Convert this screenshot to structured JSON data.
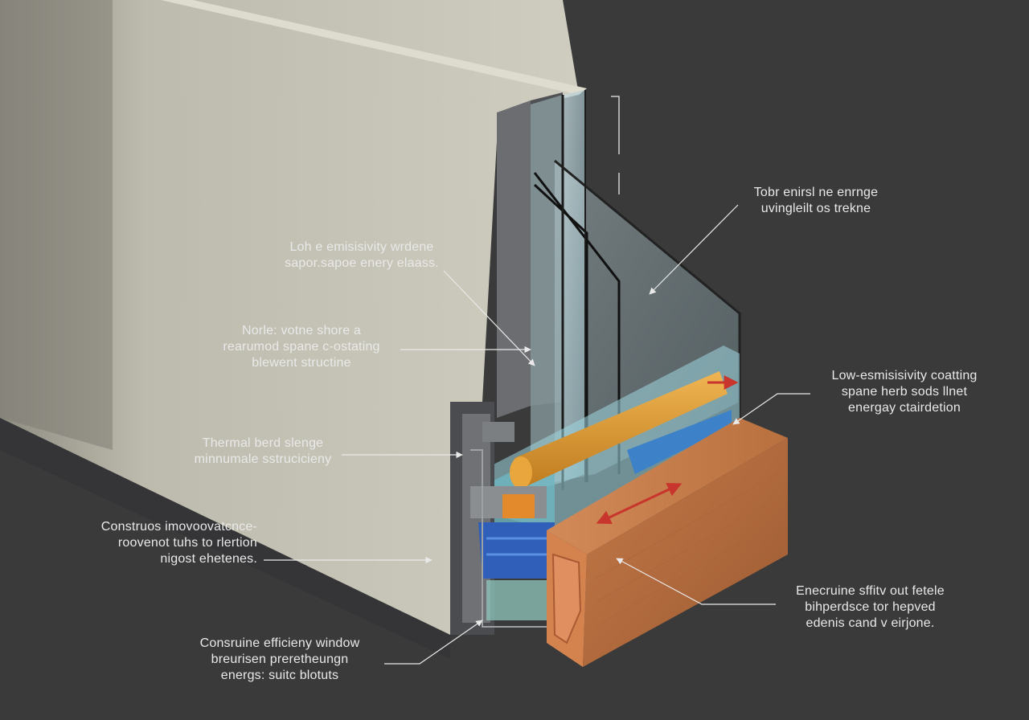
{
  "colors": {
    "background": "#3a3a3b",
    "wall": "#c7c5b6",
    "glass": "#a9cbd2",
    "spacer": "#e5a33a",
    "timber": "#b56a3e",
    "insulation": "#2f5fb8",
    "frame": "#5b5d60",
    "arrow_red": "#c8352c",
    "callout_text": "#e9e9e9"
  },
  "callouts": [
    {
      "id": "top-right",
      "lines": [
        "Tobr enirsl ne enrnge",
        "uvingleilt os trekne"
      ]
    },
    {
      "id": "low-e-glass",
      "lines": [
        "Loh e emisisivity wrdene",
        "sapor.sapoe enery elaass."
      ]
    },
    {
      "id": "coating",
      "lines": [
        "Norle: votne shore a",
        "rearumod spane c-ostating",
        "blewent structine"
      ]
    },
    {
      "id": "thermal-break",
      "lines": [
        "Thermal berd slenge",
        "minnumale sstrucicieny"
      ]
    },
    {
      "id": "construction",
      "lines": [
        "Construos imovoovatcnce-",
        "roovenot tuhs to rlertion",
        "nigost ehetenes."
      ]
    },
    {
      "id": "efficiency-window",
      "lines": [
        "Consruine efficieny window",
        "breurisen preretheungn",
        "energs: suitc blotuts"
      ]
    },
    {
      "id": "low-e-coating",
      "lines": [
        "Low-esmisisivity coatting",
        "spane herb sods llnet",
        "energay ctairdetion"
      ]
    },
    {
      "id": "timber-frame",
      "lines": [
        "Enecruine sffitv out fetele",
        "bihperdsce tor hepved",
        "edenis cand v eirjone."
      ]
    }
  ]
}
